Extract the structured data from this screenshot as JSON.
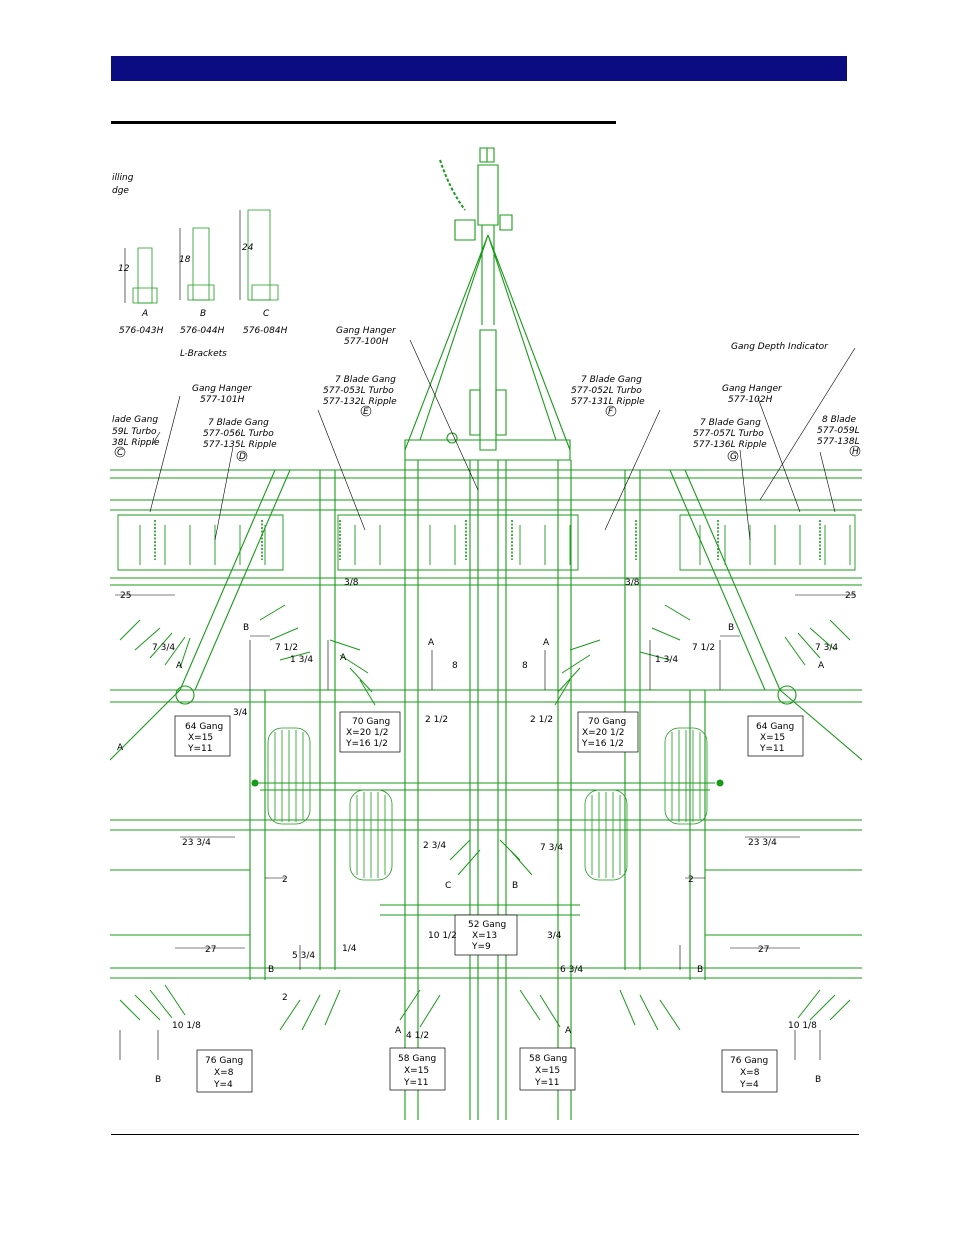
{
  "brackets": [
    {
      "dim": "12",
      "letter": "A",
      "part": "576-043H"
    },
    {
      "dim": "18",
      "letter": "B",
      "part": "576-044H"
    },
    {
      "dim": "24",
      "letter": "C",
      "part": "576-084H"
    }
  ],
  "brackets_title": "L-Brackets",
  "cutoff_top_left": [
    "illing",
    "dge"
  ],
  "gang_hangers": [
    {
      "label": "Gang Hanger",
      "part": "577-101H"
    },
    {
      "label": "Gang Hanger",
      "part": "577-100H"
    },
    {
      "label": "Gang Hanger",
      "part": "577-102H"
    }
  ],
  "depth_indicator": "Gang Depth Indicator",
  "blade_gangs": [
    {
      "title": "lade Gang",
      "turbo": "59L Turbo",
      "ripple": "38L Ripple",
      "letter": "C"
    },
    {
      "title": "7 Blade Gang",
      "turbo": "577-056L Turbo",
      "ripple": "577-135L Ripple",
      "letter": "D"
    },
    {
      "title": "7 Blade Gang",
      "turbo": "577-053L Turbo",
      "ripple": "577-132L Ripple",
      "letter": "E"
    },
    {
      "title": "7 Blade Gang",
      "turbo": "577-052L Turbo",
      "ripple": "577-131L Ripple",
      "letter": "F"
    },
    {
      "title": "7 Blade Gang",
      "turbo": "577-057L Turbo",
      "ripple": "577-136L Ripple",
      "letter": "G"
    },
    {
      "title": "8 Blade",
      "turbo": "577-059L",
      "ripple": "577-138L",
      "letter": "H"
    }
  ],
  "gang_boxes": [
    {
      "name": "64 Gang",
      "x": "X=15",
      "y": "Y=11"
    },
    {
      "name": "70 Gang",
      "x": "X=20 1/2",
      "y": "Y=16 1/2"
    },
    {
      "name": "70 Gang",
      "x": "X=20 1/2",
      "y": "Y=16 1/2"
    },
    {
      "name": "64 Gang",
      "x": "X=15",
      "y": "Y=11"
    },
    {
      "name": "52 Gang",
      "x": "X=13",
      "y": "Y=9"
    },
    {
      "name": "76 Gang",
      "x": "X=8",
      "y": "Y=4"
    },
    {
      "name": "58 Gang",
      "x": "X=15",
      "y": "Y=11"
    },
    {
      "name": "58 Gang",
      "x": "X=15",
      "y": "Y=11"
    },
    {
      "name": "76 Gang",
      "x": "X=8",
      "y": "Y=4"
    }
  ],
  "dimensions": [
    "25",
    "25",
    "23 3/4",
    "23 3/4",
    "27",
    "27",
    "2",
    "2",
    "2 1/2",
    "2 1/2",
    "8",
    "8",
    "7 3/4",
    "7 3/4",
    "7 1/2",
    "7 1/2",
    "1 3/4",
    "1 3/4",
    "3/8",
    "3/8",
    "10 1/8",
    "10 1/8",
    "10 1/2",
    "3/4",
    "1/4",
    "4 1/2",
    "6 3/4",
    "2 3/4",
    "7 3/4",
    "5 3/4",
    "2",
    "3/4"
  ],
  "letters": [
    "A",
    "A",
    "A",
    "A",
    "A",
    "A",
    "B",
    "B",
    "B",
    "B",
    "B",
    "B",
    "C",
    "B",
    "A",
    "A"
  ],
  "colors": {
    "header": "#0b0c82",
    "drawing": "#1a9a1a"
  }
}
